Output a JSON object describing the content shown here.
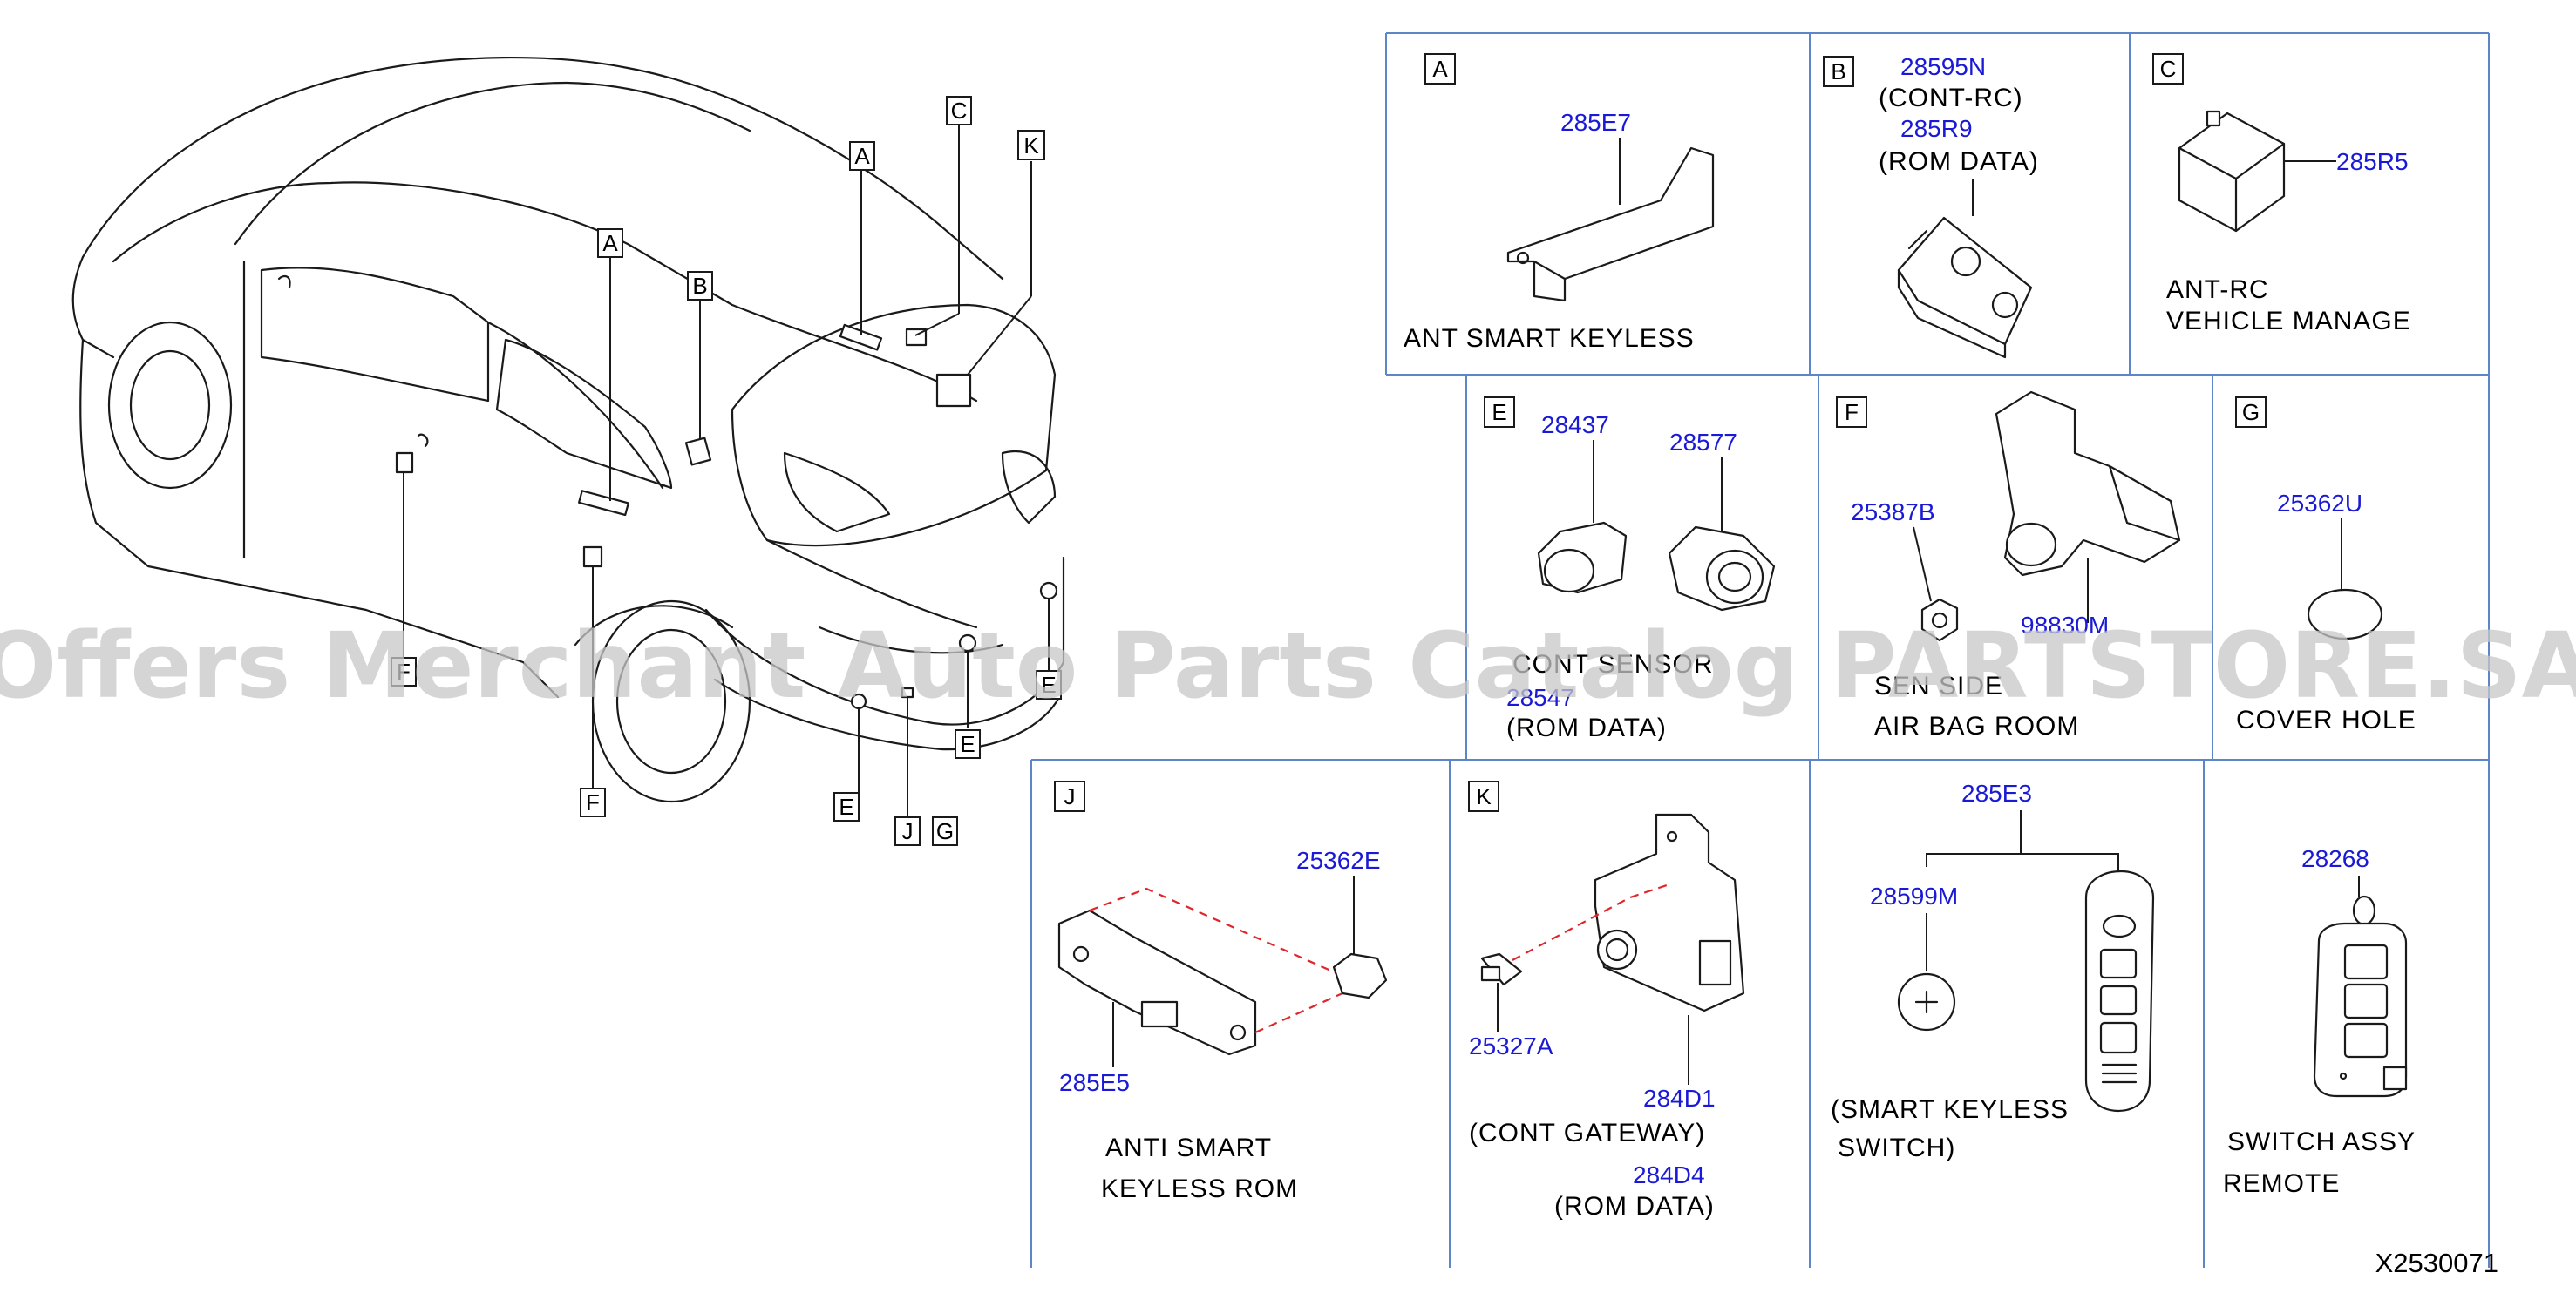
{
  "watermark": "Offers Merchant Auto Parts Catalog PARTSTORE.SA",
  "diagram_ref": "X2530071",
  "car_callouts": [
    "A",
    "C",
    "K",
    "A",
    "B",
    "E",
    "E",
    "E",
    "F",
    "F",
    "J",
    "G"
  ],
  "panels": {
    "A": {
      "letter": "A",
      "part_no": "285E7",
      "desc": "ANT SMART KEYLESS"
    },
    "B": {
      "letter": "B",
      "part_no_1": "28595N",
      "desc_1": "(CONT-RC)",
      "part_no_2": "285R9",
      "desc_2": "(ROM DATA)"
    },
    "C": {
      "letter": "C",
      "part_no": "285R5",
      "desc_1": "ANT-RC",
      "desc_2": "VEHICLE MANAGE"
    },
    "E": {
      "letter": "E",
      "part_no_1": "28437",
      "part_no_2": "28577",
      "part_no_3": "28547",
      "desc_1": "CONT SENSOR",
      "desc_2": "(ROM DATA)"
    },
    "F": {
      "letter": "F",
      "part_no_1": "25387B",
      "part_no_2": "98830M",
      "desc_1": "SEN SIDE",
      "desc_2": "AIR BAG ROOM"
    },
    "G": {
      "letter": "G",
      "part_no": "25362U",
      "desc": "COVER HOLE"
    },
    "J": {
      "letter": "J",
      "part_no_1": "25362E",
      "part_no_2": "285E5",
      "desc_1": "ANTI SMART",
      "desc_2": "KEYLESS ROM"
    },
    "K": {
      "letter": "K",
      "part_no_1": "25327A",
      "part_no_2": "284D1",
      "desc_1": "(CONT GATEWAY)",
      "part_no_3": "284D4",
      "desc_2": "(ROM DATA)"
    },
    "SK": {
      "part_no_1": "285E3",
      "part_no_2": "28599M",
      "desc_1": "(SMART KEYLESS",
      "desc_2": "SWITCH)"
    },
    "RM": {
      "part_no": "28268",
      "desc_1": "SWITCH ASSY",
      "desc_2": "REMOTE"
    }
  }
}
